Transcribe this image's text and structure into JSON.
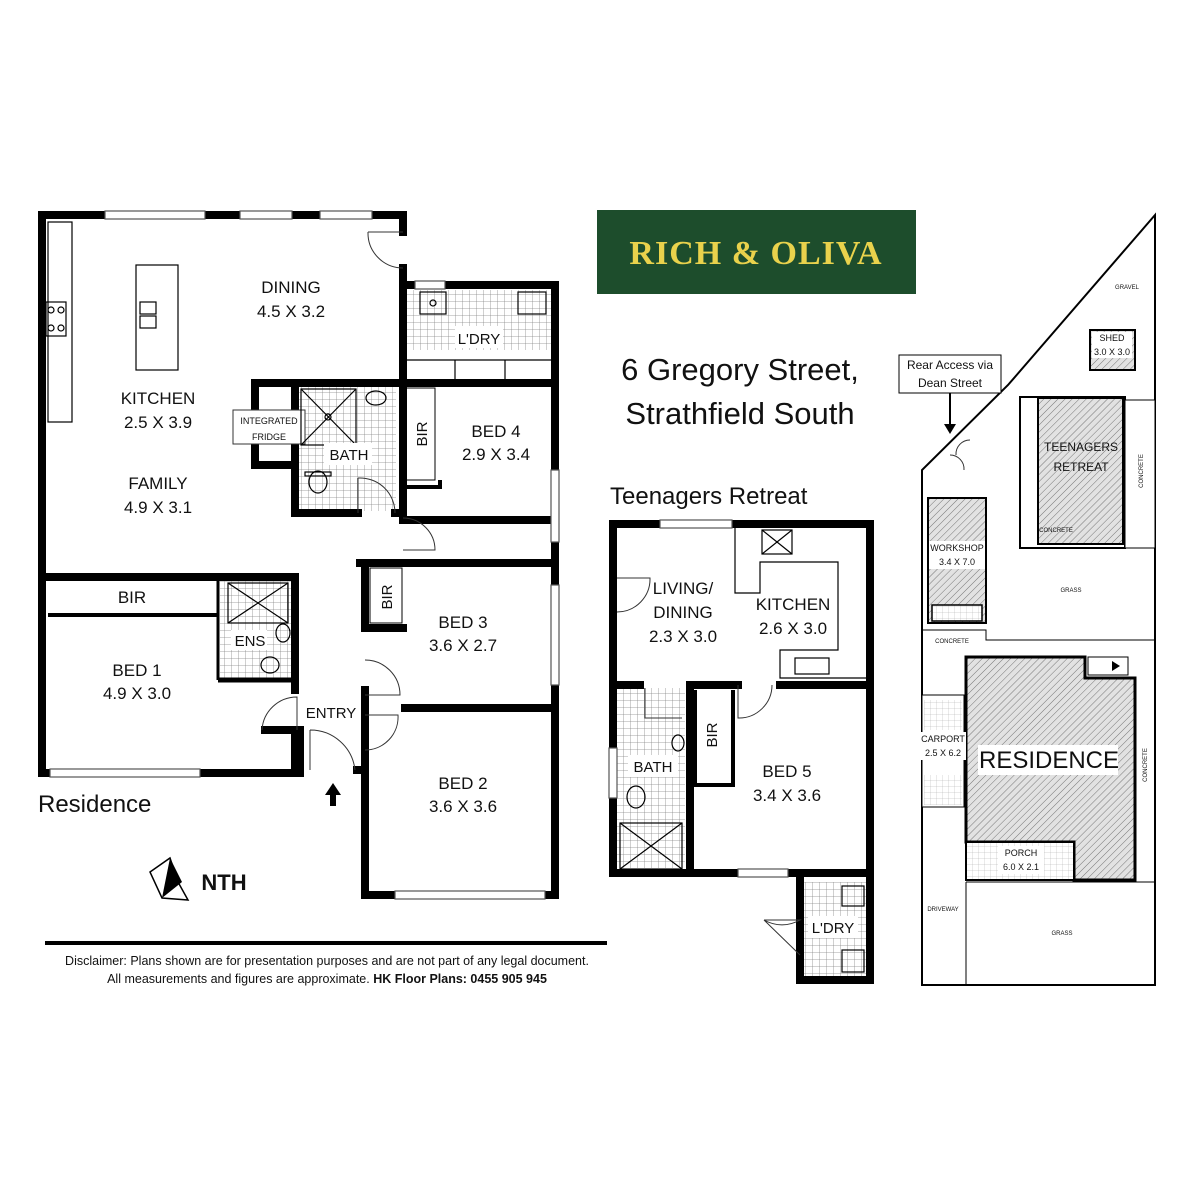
{
  "brand": {
    "name": "RICH & OLIVA",
    "bg_color": "#1d4d2c",
    "text_color": "#e9d24c"
  },
  "address": {
    "line1": "6 Gregory Street,",
    "line2": "Strathfield South"
  },
  "residence": {
    "title": "Residence",
    "rooms": {
      "dining": {
        "name": "DINING",
        "size": "4.5 X 3.2"
      },
      "kitchen": {
        "name": "KITCHEN",
        "size": "2.5 X 3.9"
      },
      "family": {
        "name": "FAMILY",
        "size": "4.9 X 3.1"
      },
      "fridge": {
        "line1": "INTEGRATED",
        "line2": "FRIDGE"
      },
      "bath": {
        "name": "BATH"
      },
      "laundry": {
        "name": "L'DRY"
      },
      "bir_bed4": {
        "name": "BIR"
      },
      "bed4": {
        "name": "BED 4",
        "size": "2.9 X 3.4"
      },
      "bir_bed1": {
        "name": "BIR"
      },
      "ens": {
        "name": "ENS"
      },
      "bed1": {
        "name": "BED 1",
        "size": "4.9 X 3.0"
      },
      "bir_bed3": {
        "name": "BIR"
      },
      "bed3": {
        "name": "BED 3",
        "size": "3.6 X 2.7"
      },
      "entry": {
        "name": "ENTRY"
      },
      "bed2": {
        "name": "BED 2",
        "size": "3.6 X 3.6"
      }
    },
    "compass": {
      "label": "NTH"
    }
  },
  "retreat": {
    "title": "Teenagers Retreat",
    "rooms": {
      "living": {
        "line1": "LIVING/",
        "line2": "DINING",
        "size": "2.3 X 3.0"
      },
      "kitchen": {
        "name": "KITCHEN",
        "size": "2.6 X 3.0"
      },
      "bath": {
        "name": "BATH"
      },
      "bir": {
        "name": "BIR"
      },
      "bed5": {
        "name": "BED 5",
        "size": "3.4 X 3.6"
      },
      "laundry": {
        "name": "L'DRY"
      }
    }
  },
  "site": {
    "rear_access": {
      "line1": "Rear Access via",
      "line2": "Dean Street"
    },
    "gravel": "GRAVEL",
    "shed": {
      "name": "SHED",
      "size": "3.0 X 3.0"
    },
    "teen_retreat": {
      "line1": "TEENAGERS",
      "line2": "RETREAT"
    },
    "concrete_labels": [
      "CONCRETE",
      "CONCRETE",
      "CONCRETE",
      "CONCRETE"
    ],
    "workshop": {
      "name": "WORKSHOP",
      "size": "3.4 X 7.0"
    },
    "grass_labels": [
      "GRASS",
      "GRASS"
    ],
    "carport": {
      "name": "CARPORT",
      "size": "2.5 X 6.2"
    },
    "residence": "RESIDENCE",
    "porch": {
      "name": "PORCH",
      "size": "6.0 X 2.1"
    },
    "driveway": "DRIVEWAY"
  },
  "disclaimer": {
    "line1": "Disclaimer: Plans shown are for presentation purposes and are not part of any legal document.",
    "line2_a": "All measurements and figures are approximate. ",
    "line2_b": "HK Floor Plans: 0455 905 945"
  }
}
